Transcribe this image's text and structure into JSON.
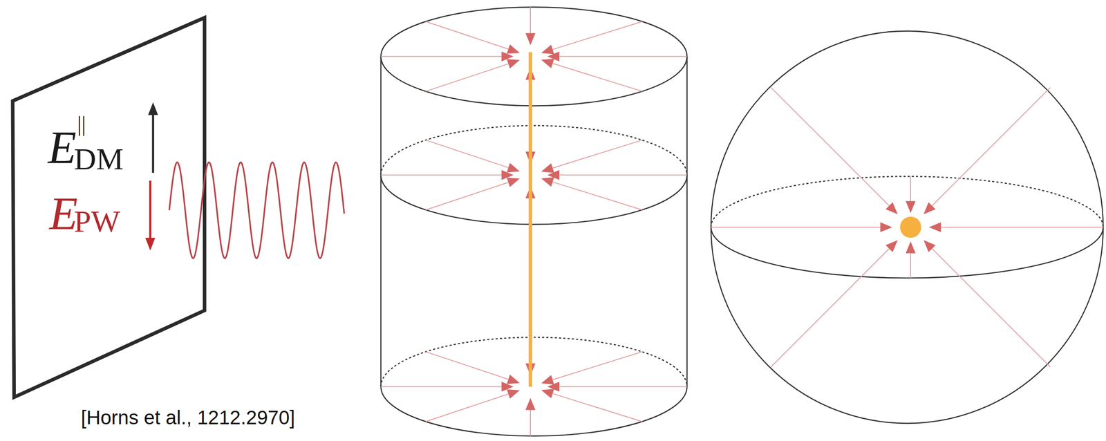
{
  "diagram": {
    "labels": [
      "E",
      "||",
      "DM",
      "E",
      "PW",
      "[Horns et al., 1212.2970]"
    ]
  }
}
